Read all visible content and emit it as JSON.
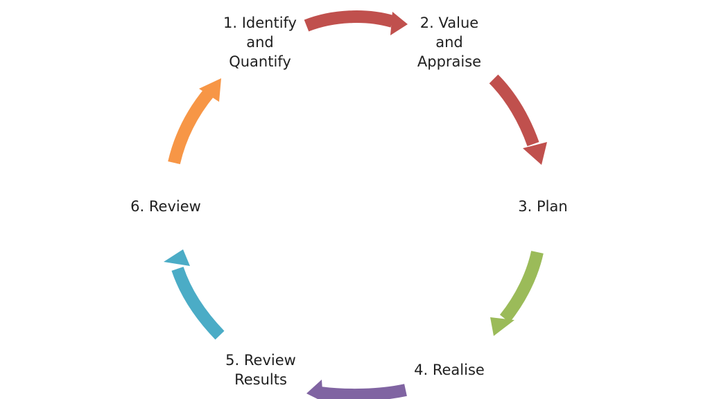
{
  "diagram": {
    "steps": [
      {
        "lines": [
          "1. Identify",
          "and",
          "Quantify"
        ]
      },
      {
        "lines": [
          "2. Value",
          "and",
          "Appraise"
        ]
      },
      {
        "lines": [
          "3. Plan"
        ]
      },
      {
        "lines": [
          "4. Realise"
        ]
      },
      {
        "lines": [
          "5. Review",
          "Results"
        ]
      },
      {
        "lines": [
          "6. Review"
        ]
      }
    ],
    "arrow_colors": {
      "step1_to_2": "#c0504d",
      "step2_to_3": "#c0504d",
      "step3_to_4": "#9bbb59",
      "step4_to_5": "#8064a2",
      "step5_to_6": "#4bacc6",
      "step6_to_1": "#f79646"
    },
    "direction": "clockwise"
  }
}
